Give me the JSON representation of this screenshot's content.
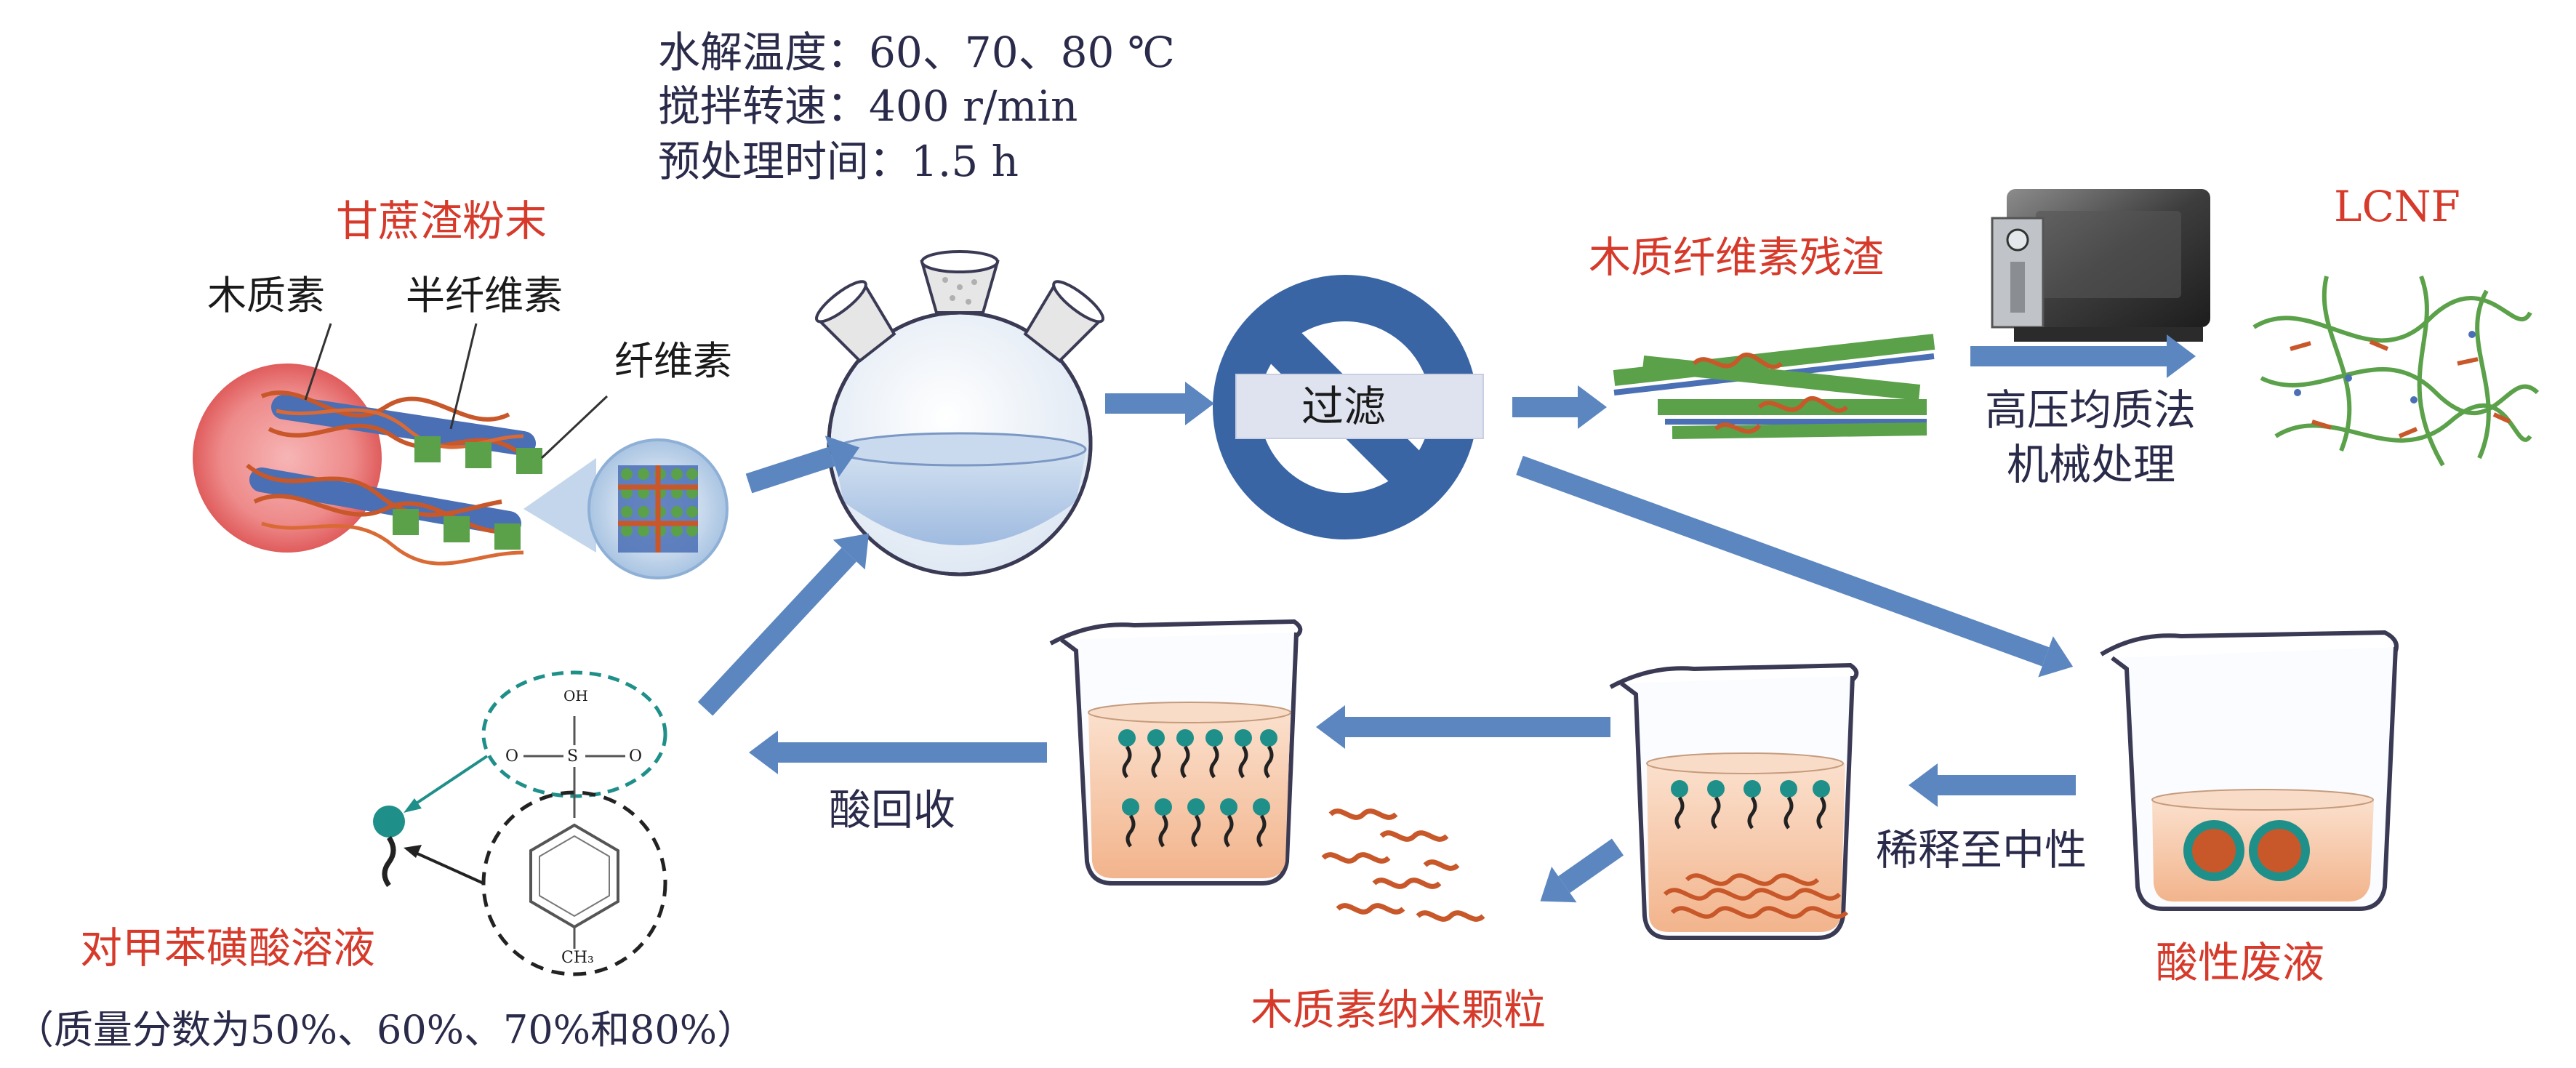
{
  "conditions": {
    "temp": "水解温度：60、70、80 ℃",
    "speed": "搅拌转速：400 r/min",
    "time": "预处理时间：1.5 h"
  },
  "raw": {
    "powder": "甘蔗渣粉末",
    "lignin": "木质素",
    "hemicellulose": "半纤维素",
    "cellulose": "纤维素"
  },
  "filter": {
    "label": "过滤"
  },
  "residue": {
    "label": "木质纤维素残渣"
  },
  "homogenizer": {
    "line1": "高压均质法",
    "line2": "机械处理"
  },
  "product": {
    "label": "LCNF"
  },
  "reagent": {
    "name": "对甲苯磺酸溶液",
    "concentration": "（质量分数为50%、60%、70%和80%）",
    "oh": "OH",
    "o_left": "O",
    "o_right": "O",
    "s": "S",
    "ch3": "CH₃"
  },
  "recovery": {
    "label": "酸回收"
  },
  "dilute": {
    "label": "稀释至中性"
  },
  "waste": {
    "label": "酸性废液"
  },
  "nanoparticles": {
    "label": "木质素纳米颗粒"
  },
  "colors": {
    "arrow": "#5b86bf",
    "red_label": "#d63a2b",
    "lignin_fiber": "#c8582a",
    "cellulose_green": "#5aa14a",
    "hemicellulose_blue": "#4a6fb5",
    "liquid_blue": "#b8cde6",
    "liquid_orange": "#f6c7a5",
    "teal": "#1f8f8a"
  }
}
